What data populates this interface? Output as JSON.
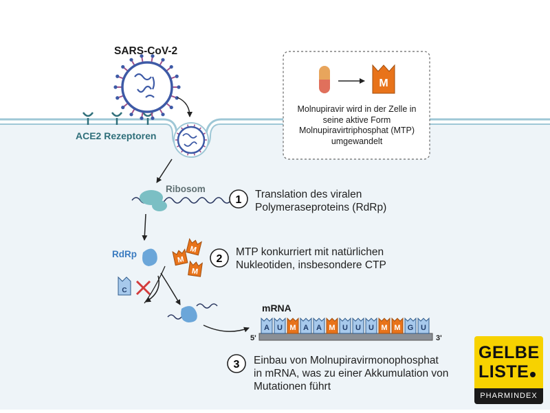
{
  "virus_label": "SARS-CoV-2",
  "receptor_label": "ACE2 Rezeptoren",
  "ribosome_label": "Ribosom",
  "rdrp_label": "RdRp",
  "mrna_label": "mRNA",
  "info_box": {
    "text_lines": [
      "Molnupiravir wird in der Zelle in",
      "seine aktive Form",
      "Molnupiravirtriphosphat (MTP)",
      "umgewandelt"
    ],
    "mtp_letter": "M"
  },
  "steps": [
    {
      "number": "1",
      "lines": [
        "Translation des viralen",
        "Polymeraseproteins (RdRp)"
      ]
    },
    {
      "number": "2",
      "lines": [
        "MTP konkurriert mit natürlichen",
        "Nukleotiden, insbesondere CTP"
      ]
    },
    {
      "number": "3",
      "lines": [
        "Einbau von Molnupiravirmonophosphat",
        "in mRNA, was zu einer Akkumulation von",
        "Mutationen führt"
      ]
    }
  ],
  "ctp_letter": "C",
  "mtp_letters": [
    "M",
    "M",
    "M"
  ],
  "mrna_sequence": [
    "A",
    "U",
    "M",
    "A",
    "A",
    "M",
    "U",
    "U",
    "U",
    "M",
    "M",
    "G",
    "U"
  ],
  "strand_ends": {
    "five": "5'",
    "three": "3'"
  },
  "logo": {
    "line1": "GELBE",
    "line2": "LISTE",
    "sub": "PHARMINDEX"
  },
  "colors": {
    "cell_fill": "#eef4f8",
    "membrane": "#9ec7d6",
    "protein_blue": "#6ba6d9",
    "mtp_orange": "#e8731a",
    "receptor_teal": "#2f6f7a",
    "virus_blue": "#3d5aa6",
    "virus_spike": "#a0528a",
    "logo_yellow": "#f7d200"
  }
}
